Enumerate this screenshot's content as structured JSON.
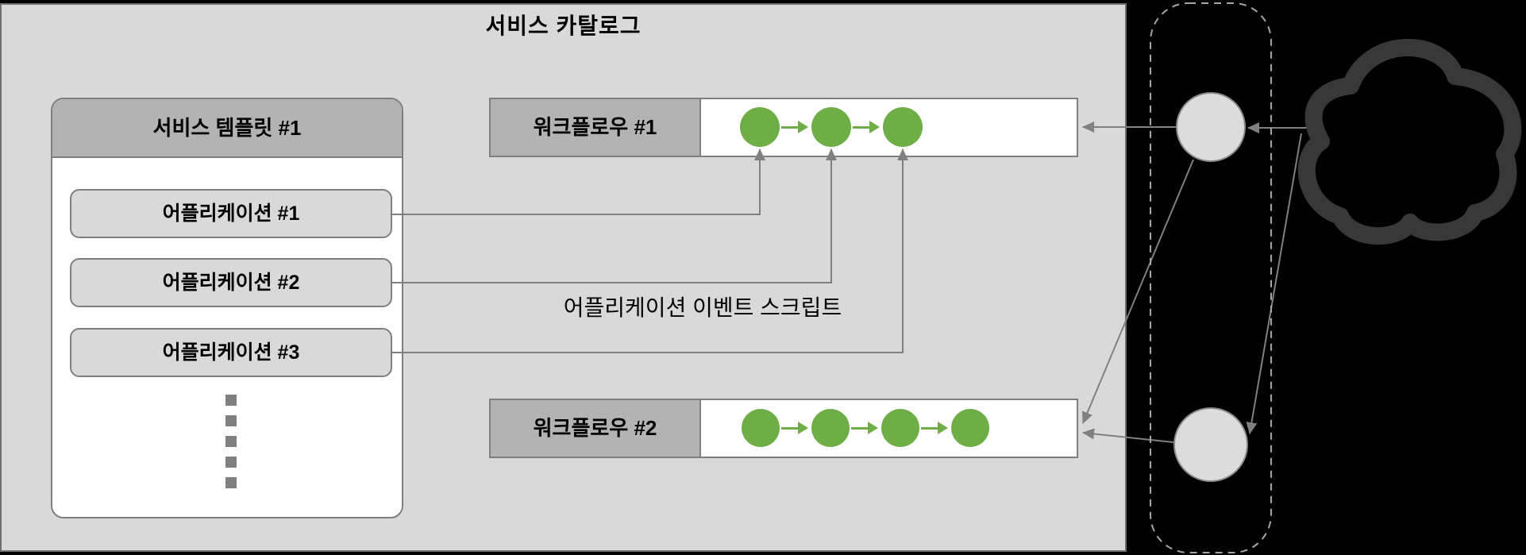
{
  "catalog": {
    "title": "서비스 카탈로그"
  },
  "template": {
    "title": "서비스 템플릿 #1",
    "applications": [
      "어플리케이션 #1",
      "어플리케이션 #2",
      "어플리케이션 #3"
    ],
    "more_items_ellipsis_squares": 5
  },
  "workflows": [
    {
      "label": "워크플로우 #1",
      "steps": 3
    },
    {
      "label": "워크플로우 #2",
      "steps": 4
    }
  ],
  "annotation": {
    "event_script_label": "어플리케이션 이벤트 스크립트"
  },
  "right_section": {
    "gateway_nodes": 2,
    "icon": "cloud"
  },
  "colors": {
    "panel_gray": "#d9d9d9",
    "header_gray": "#b3b3b3",
    "border_gray": "#7f7f7f",
    "connector_gray": "#808080",
    "step_green": "#6fad47",
    "node_fill": "#dcdcdc",
    "cloud_stroke": "#383838",
    "background": "#000000"
  }
}
